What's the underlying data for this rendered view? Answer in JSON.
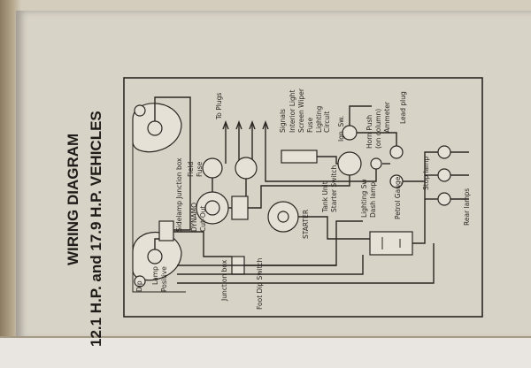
{
  "title_line1": "WIRING DIAGRAM",
  "title_line2": "12.1 H.P. and 17.9 H.P. VEHICLES",
  "labels": {
    "to_plugs": "To Plugs",
    "signals": "Signals",
    "interior_light": "Interior Light",
    "screen_wiper": "Screen Wiper",
    "fuse": "Fuse",
    "lighting_circuit": "Lighting",
    "circuit": "Circuit",
    "ign_sw": "Ign. Sw.",
    "horn_push": "Horn Push",
    "on_column": "(on column)",
    "ammeter": "Ammeter",
    "lead_plug": "Lead plug",
    "field_fuse": "Field",
    "fuse2": "Fuse",
    "sidelamp_junction_box": "Sidelamp Junction box",
    "dynamo": "DYNAMO",
    "cut_out": "Cut-Out",
    "starter": "STARTER",
    "lighting_sw": "Lighting Sw",
    "dash_lamp": "Dash lamp",
    "stop_lamp": "Stop lamp",
    "rear_lamps": "Rear lamps",
    "petrol_gauge": "Petrol Gauge",
    "starter_switch": "Starter Switch",
    "tank_unit": "Tank Unit",
    "dip": "Dip",
    "lamp": "Lamp",
    "positive": "Positive",
    "junction_box": "Junction box",
    "foot_dip_switch": "Foot Dip Switch"
  }
}
